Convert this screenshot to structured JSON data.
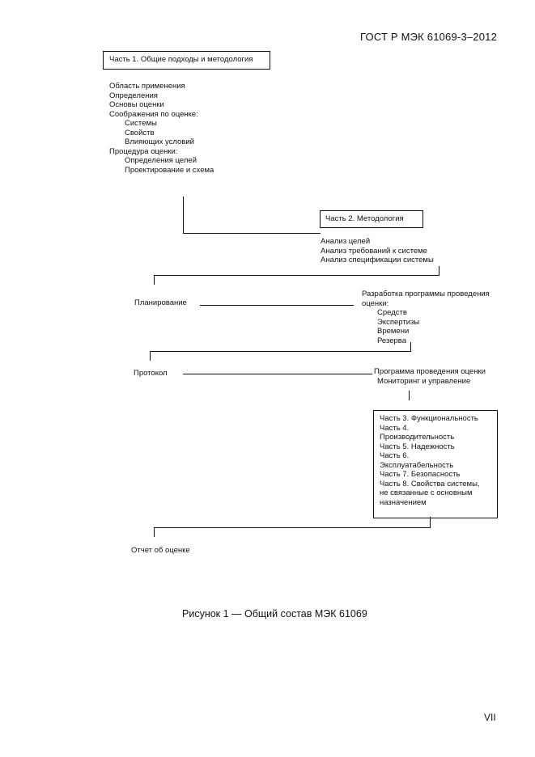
{
  "header": {
    "standard": "ГОСТ Р МЭК 61069-3–2012"
  },
  "part1": {
    "title": "Часть 1. Общие подходы и методология",
    "items": [
      "Область применения",
      "Определения",
      "Основы оценки",
      "Соображения по  оценке:"
    ],
    "considerations": [
      "Системы",
      "Свойств",
      "Влияющих условий"
    ],
    "procedure_label": "Процедура оценки:",
    "procedure": [
      "Определения целей",
      "Проектирование и схема"
    ]
  },
  "part2": {
    "title": "Часть 2. Методология",
    "items": [
      "Анализ целей",
      "Анализ требований к системе",
      "Анализ спецификации системы"
    ]
  },
  "planning": {
    "label": "Планирование",
    "program_lines": [
      "Разработка программы проведения",
      "оценки:"
    ],
    "items": [
      "Средств",
      "Экспертизы",
      "Времени",
      "Резерва"
    ]
  },
  "protocol": {
    "label": "Протокол",
    "lines": [
      "Программа проведения оценки",
      "Мониторинг и управление"
    ]
  },
  "parts_box": {
    "lines": [
      "Часть 3. Функциональность",
      "Часть 4.",
      "Производительность",
      "Часть 5. Надежность",
      "Часть 6.",
      "Эксплуатабельность",
      "Часть 7. Безопасность",
      "Часть 8. Свойства системы,",
      "не связанные с основным",
      "назначением"
    ]
  },
  "report": {
    "label": "Отчет об оценке"
  },
  "caption": "Рисунок 1 — Общий состав МЭК 61069",
  "page_number": "VII"
}
